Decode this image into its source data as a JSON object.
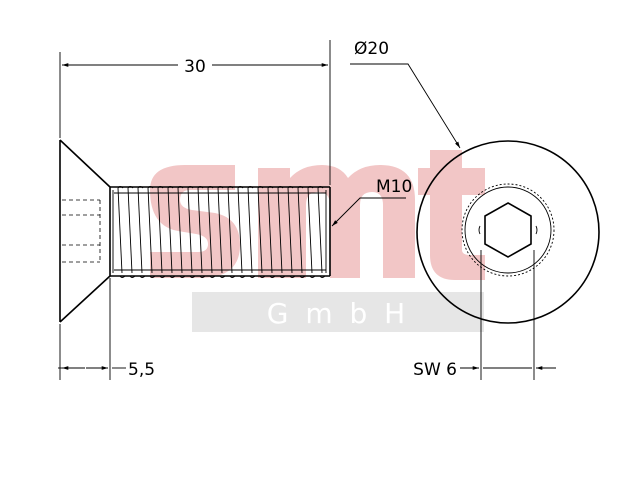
{
  "watermark": {
    "logo_text": "smt",
    "company_text": "G m b H",
    "logo_color": "#f2c6c6",
    "bar_color": "#e6e6e6"
  },
  "dimensions": {
    "length": "30",
    "head_diameter": "Ø20",
    "thread": "M10",
    "head_height": "5,5",
    "socket_size": "SW 6"
  },
  "colors": {
    "line": "#000000",
    "background": "#ffffff"
  }
}
